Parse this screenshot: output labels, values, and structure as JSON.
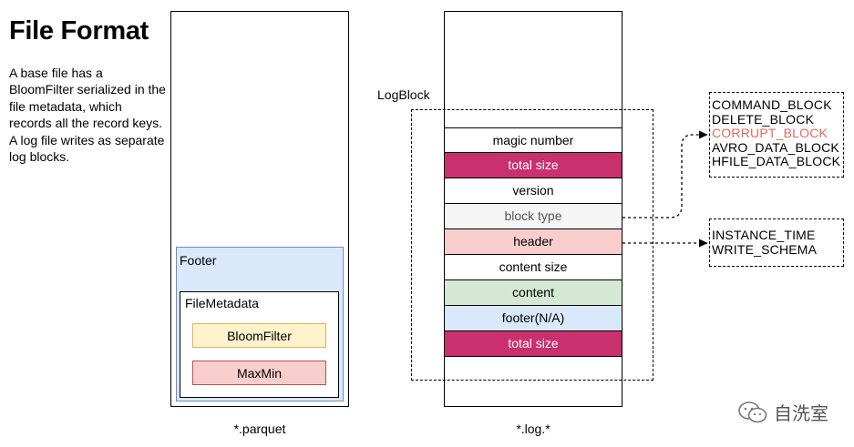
{
  "title": "File Format",
  "description": "A base file has a BloomFilter serialized in the file metadata, which records all the record keys. A log file writes as separate log blocks.",
  "parquet": {
    "caption": "*.parquet",
    "footer_label": "Footer",
    "metadata_label": "FileMetadata",
    "bloom_filter": "BloomFilter",
    "max_min": "MaxMin"
  },
  "log": {
    "caption": "*.log.*",
    "logblock_label": "LogBlock",
    "rows": [
      {
        "label": "magic number",
        "bg": "#ffffff",
        "fg": "#000000"
      },
      {
        "label": "total size",
        "bg": "#c9306d",
        "fg": "#ffffff"
      },
      {
        "label": "version",
        "bg": "#ffffff",
        "fg": "#000000"
      },
      {
        "label": "block type",
        "bg": "#f5f5f5",
        "fg": "#555555"
      },
      {
        "label": "header",
        "bg": "#f8cecc",
        "fg": "#000000"
      },
      {
        "label": "content size",
        "bg": "#ffffff",
        "fg": "#000000"
      },
      {
        "label": "content",
        "bg": "#d5e8d4",
        "fg": "#000000"
      },
      {
        "label": "footer(N/A)",
        "bg": "#dae8fc",
        "fg": "#000000"
      },
      {
        "label": "total size",
        "bg": "#c9306d",
        "fg": "#ffffff"
      }
    ]
  },
  "block_types": {
    "items": [
      {
        "label": "COMMAND_BLOCK",
        "color": "#000000"
      },
      {
        "label": "DELETE_BLOCK",
        "color": "#000000"
      },
      {
        "label": "CORRUPT_BLOCK",
        "color": "#e06b5f"
      },
      {
        "label": "AVRO_DATA_BLOCK",
        "color": "#000000"
      },
      {
        "label": "HFILE_DATA_BLOCK",
        "color": "#000000"
      }
    ]
  },
  "header_types": {
    "items": [
      "INSTANCE_TIME",
      "WRITE_SCHEMA"
    ]
  },
  "watermark": {
    "icon": "wechat-icon",
    "text": "自洗室"
  }
}
